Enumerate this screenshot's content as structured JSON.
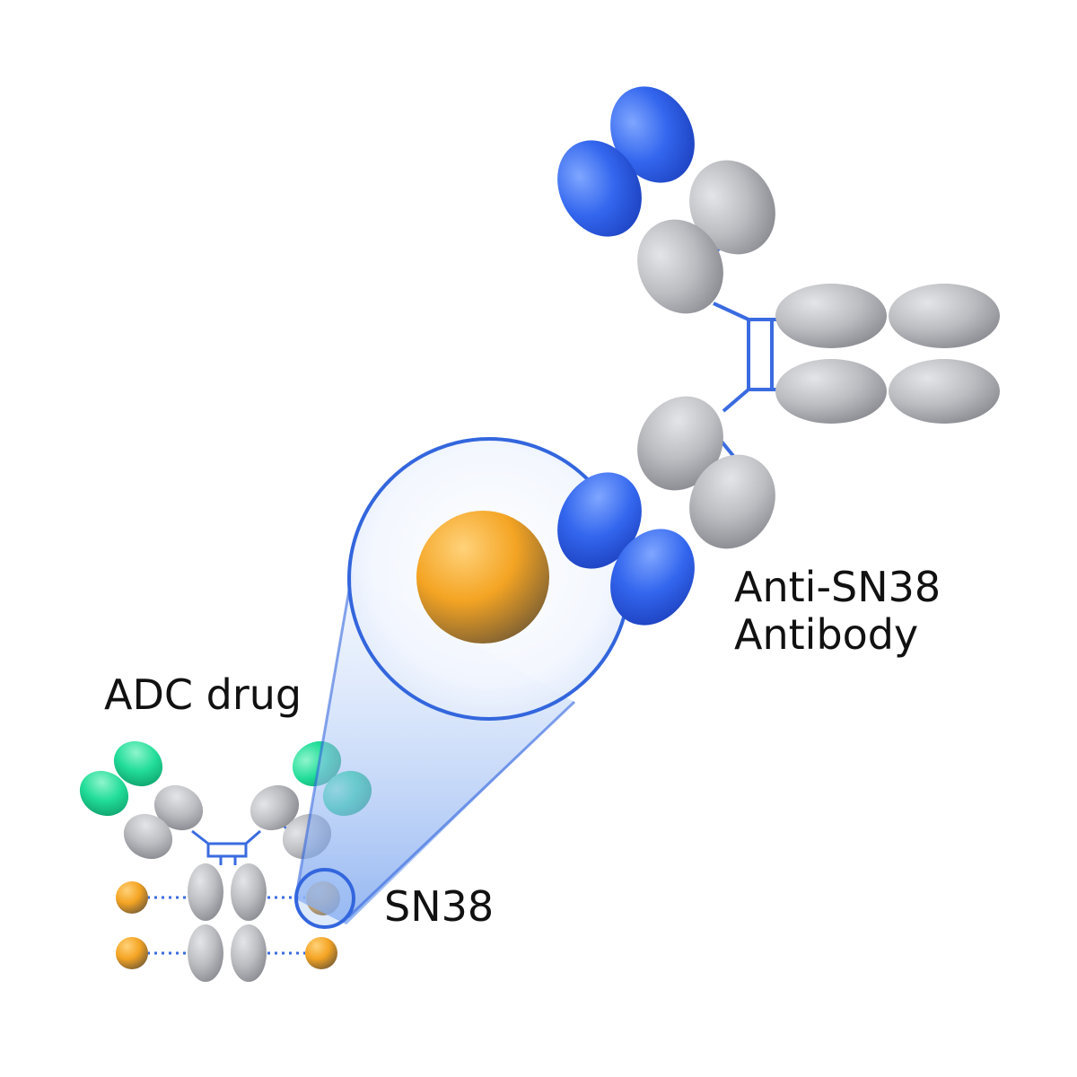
{
  "labels": {
    "adc_drug": "ADC drug",
    "sn38": "SN38",
    "anti_sn38_line1": "Anti-SN38",
    "anti_sn38_line2": "Antibody"
  },
  "colors": {
    "blue_domain": "#3366ee",
    "gray_domain": "#b8b9bd",
    "green_domain": "#22dd99",
    "orange_payload": "#f4a423",
    "linker_line": "#3a6be0",
    "zoom_outline": "#3366dd"
  }
}
